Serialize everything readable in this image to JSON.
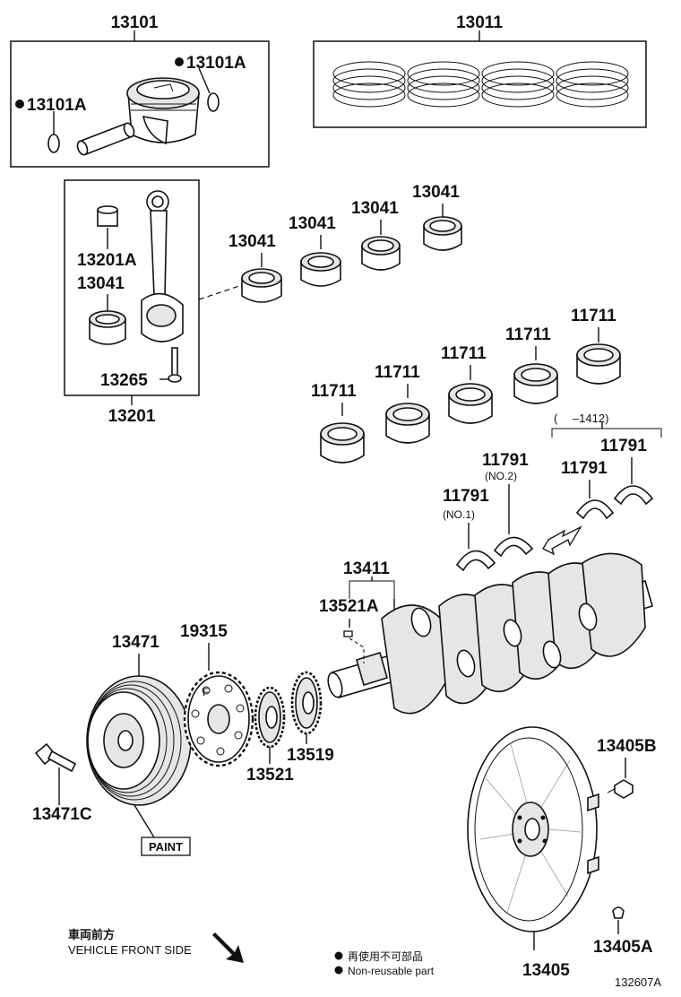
{
  "labels": {
    "piston_kit": "13101",
    "snap_ring_left": "13101A",
    "snap_ring_right": "13101A",
    "ring_set": "13011",
    "conrod_bushing": "13201A",
    "conrod_bearing_in_box": "13041",
    "conrod_bolt": "13265",
    "conrod_assy": "13201",
    "conrod_bearing_1": "13041",
    "conrod_bearing_2": "13041",
    "conrod_bearing_3": "13041",
    "conrod_bearing_4": "13041",
    "main_bearing_1": "11711",
    "main_bearing_2": "11711",
    "main_bearing_3": "11711",
    "main_bearing_4": "11711",
    "main_bearing_5": "11711",
    "thrust_washer_no1": "11791",
    "thrust_washer_no2": "11791",
    "thrust_washer_3": "11791",
    "thrust_washer_4": "11791",
    "crankshaft": "13411",
    "crank_key": "13521A",
    "pulley": "13471",
    "pulley_bolt": "13471C",
    "sensor_plate": "19315",
    "crank_sprocket": "13521",
    "gear_13519": "13519",
    "flywheel_bolt": "13405B",
    "flywheel_pin": "13405A",
    "flywheel": "13405",
    "figure_id": "132607A"
  },
  "annotations": {
    "no1": "(NO.1)",
    "no2": "(NO.2)",
    "date_range": "(　 –1412)",
    "paint": "PAINT",
    "front_jp": "車両前方",
    "front_en": "VEHICLE FRONT SIDE",
    "nonreuse_jp": "再使用不可部品",
    "nonreuse_en": "Non-reusable part"
  },
  "colors": {
    "line": "#111111",
    "background": "#ffffff"
  }
}
